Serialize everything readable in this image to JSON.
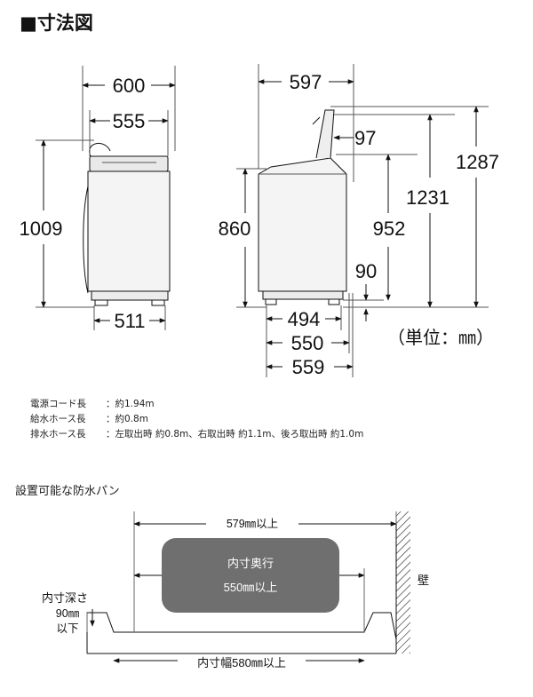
{
  "title": "■寸法図",
  "dimensions": {
    "front_width": "600",
    "front_inner_width": "555",
    "front_height": "1009",
    "front_base": "511",
    "side_depth": "597",
    "side_lid": "97",
    "side_total_height": "1287",
    "side_open_height": "1231",
    "side_body_height": "860",
    "side_top_height": "952",
    "side_bottom_gap": "90",
    "side_base_494": "494",
    "side_base_550": "550",
    "side_base_559": "559",
    "unit": "（単位：㎜）"
  },
  "specs": [
    {
      "label": "電源コード長",
      "value": "：約1.94m"
    },
    {
      "label": "給水ホース長",
      "value": "：約0.8m"
    },
    {
      "label": "排水ホース長",
      "value": "：左取出時 約0.8m、右取出時 約1.1m、後ろ取出時 約1.0m"
    }
  ],
  "pan": {
    "title": "設置可能な防水パン",
    "width_label": "579㎜以上",
    "depth_label": "内寸奥行",
    "depth_value": "550㎜以上",
    "inner_depth_label": "内寸深さ",
    "inner_depth_value": "90㎜",
    "inner_depth_below": "以下",
    "inner_width": "内寸幅580㎜以上",
    "wall": "壁"
  },
  "colors": {
    "line": "#111111",
    "gray_box": "#6f6f6f",
    "machine_fill": "#f2f2f2"
  }
}
